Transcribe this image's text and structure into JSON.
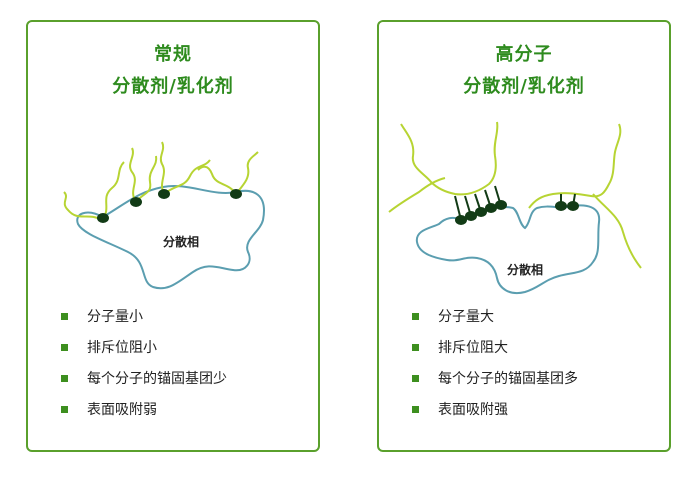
{
  "left": {
    "title_line1": "常规",
    "title_line2": "分散剂/乳化剂",
    "phase_label": "分散相",
    "items": [
      "分子量小",
      "排斥位阻小",
      "每个分子的锚固基团少",
      "表面吸附弱"
    ]
  },
  "right": {
    "title_line1": "高分子",
    "title_line2": "分散剂/乳化剂",
    "phase_label": "分散相",
    "items": [
      "分子量大",
      "排斥位阻大",
      "每个分子的锚固基团多",
      "表面吸附强"
    ]
  },
  "colors": {
    "border": "#5aa02c",
    "title": "#2e8b1e",
    "particle_outline": "#5b9eb0",
    "chain": "#b7d433",
    "anchor": "#123b16",
    "bullet": "#3d8f1f"
  }
}
